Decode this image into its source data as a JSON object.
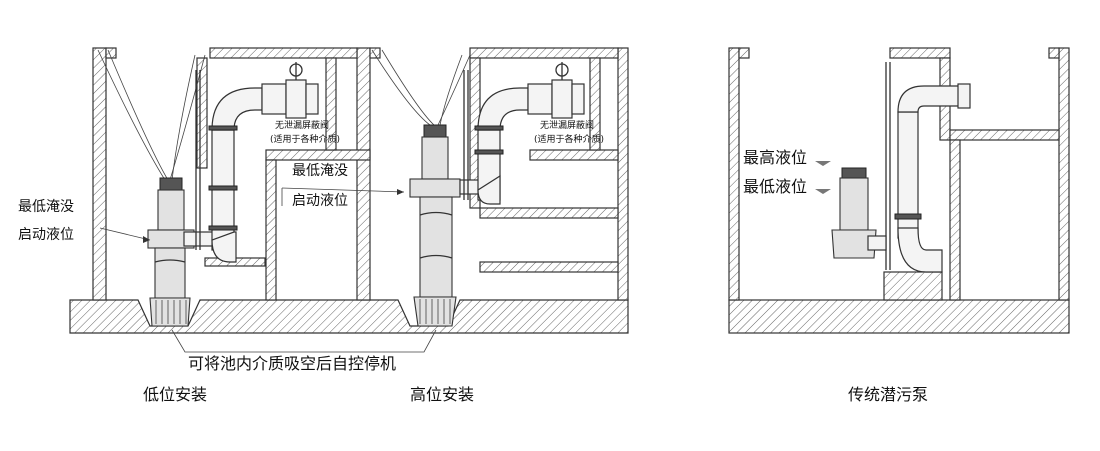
{
  "labels": {
    "left_start_level": [
      "最低淹没",
      "启动液位"
    ],
    "middle_start_level": [
      "最低淹没",
      "启动液位"
    ],
    "check_valve_left": [
      "无泄漏屏蔽阀",
      "(适用于各种介质)"
    ],
    "check_valve_right": [
      "无泄漏屏蔽阀",
      "(适用于各种介质)"
    ],
    "auto_stop_note": "可将池内介质吸空后自控停机",
    "traditional_high_level": "最高液位",
    "traditional_low_level": "最低液位"
  },
  "captions": {
    "low_install": "低位安装",
    "high_install": "高位安装",
    "traditional_pump": "传统潜污泵"
  },
  "colors": {
    "line": "#333333",
    "hatch": "#666666",
    "level_marker": "#777777"
  }
}
